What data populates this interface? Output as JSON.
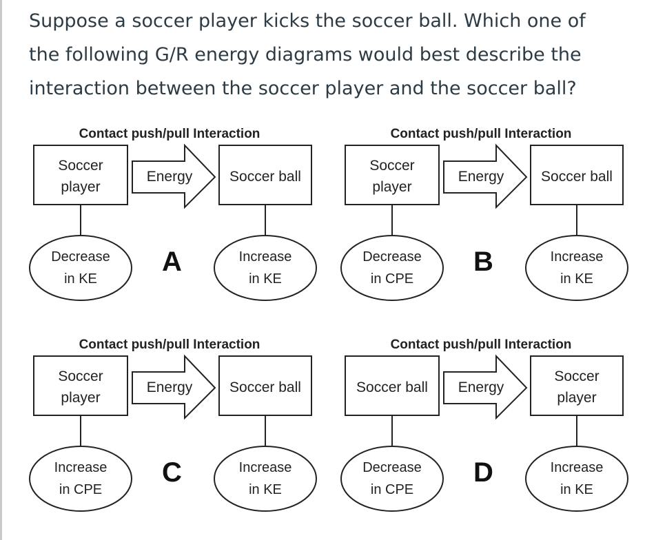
{
  "question": {
    "line1": "Suppose a soccer player kicks the soccer ball. Which one of",
    "line2": "the following G/R energy diagrams would best describe the",
    "line3": "interaction between the soccer player and the soccer ball?"
  },
  "panels": [
    {
      "title": "Contact push/pull Interaction",
      "left_box": [
        "Soccer",
        "player"
      ],
      "arrow": "Energy",
      "right_box": [
        "Soccer ball"
      ],
      "left_ellipse": [
        "Decrease",
        "in KE"
      ],
      "letter": "A",
      "right_ellipse": [
        "Increase",
        "in KE"
      ]
    },
    {
      "title": "Contact push/pull Interaction",
      "left_box": [
        "Soccer",
        "player"
      ],
      "arrow": "Energy",
      "right_box": [
        "Soccer ball"
      ],
      "left_ellipse": [
        "Decrease",
        "in CPE"
      ],
      "letter": "B",
      "right_ellipse": [
        "Increase",
        "in KE"
      ]
    },
    {
      "title": "Contact push/pull Interaction",
      "left_box": [
        "Soccer",
        "player"
      ],
      "arrow": "Energy",
      "right_box": [
        "Soccer ball"
      ],
      "left_ellipse": [
        "Increase",
        "in CPE"
      ],
      "letter": "C",
      "right_ellipse": [
        "Increase",
        "in KE"
      ]
    },
    {
      "title": "Contact push/pull Interaction",
      "left_box": [
        "Soccer ball"
      ],
      "arrow": "Energy",
      "right_box": [
        "Soccer",
        "player"
      ],
      "left_ellipse": [
        "Decrease",
        "in CPE"
      ],
      "letter": "D",
      "right_ellipse": [
        "Increase",
        "in KE"
      ]
    }
  ]
}
